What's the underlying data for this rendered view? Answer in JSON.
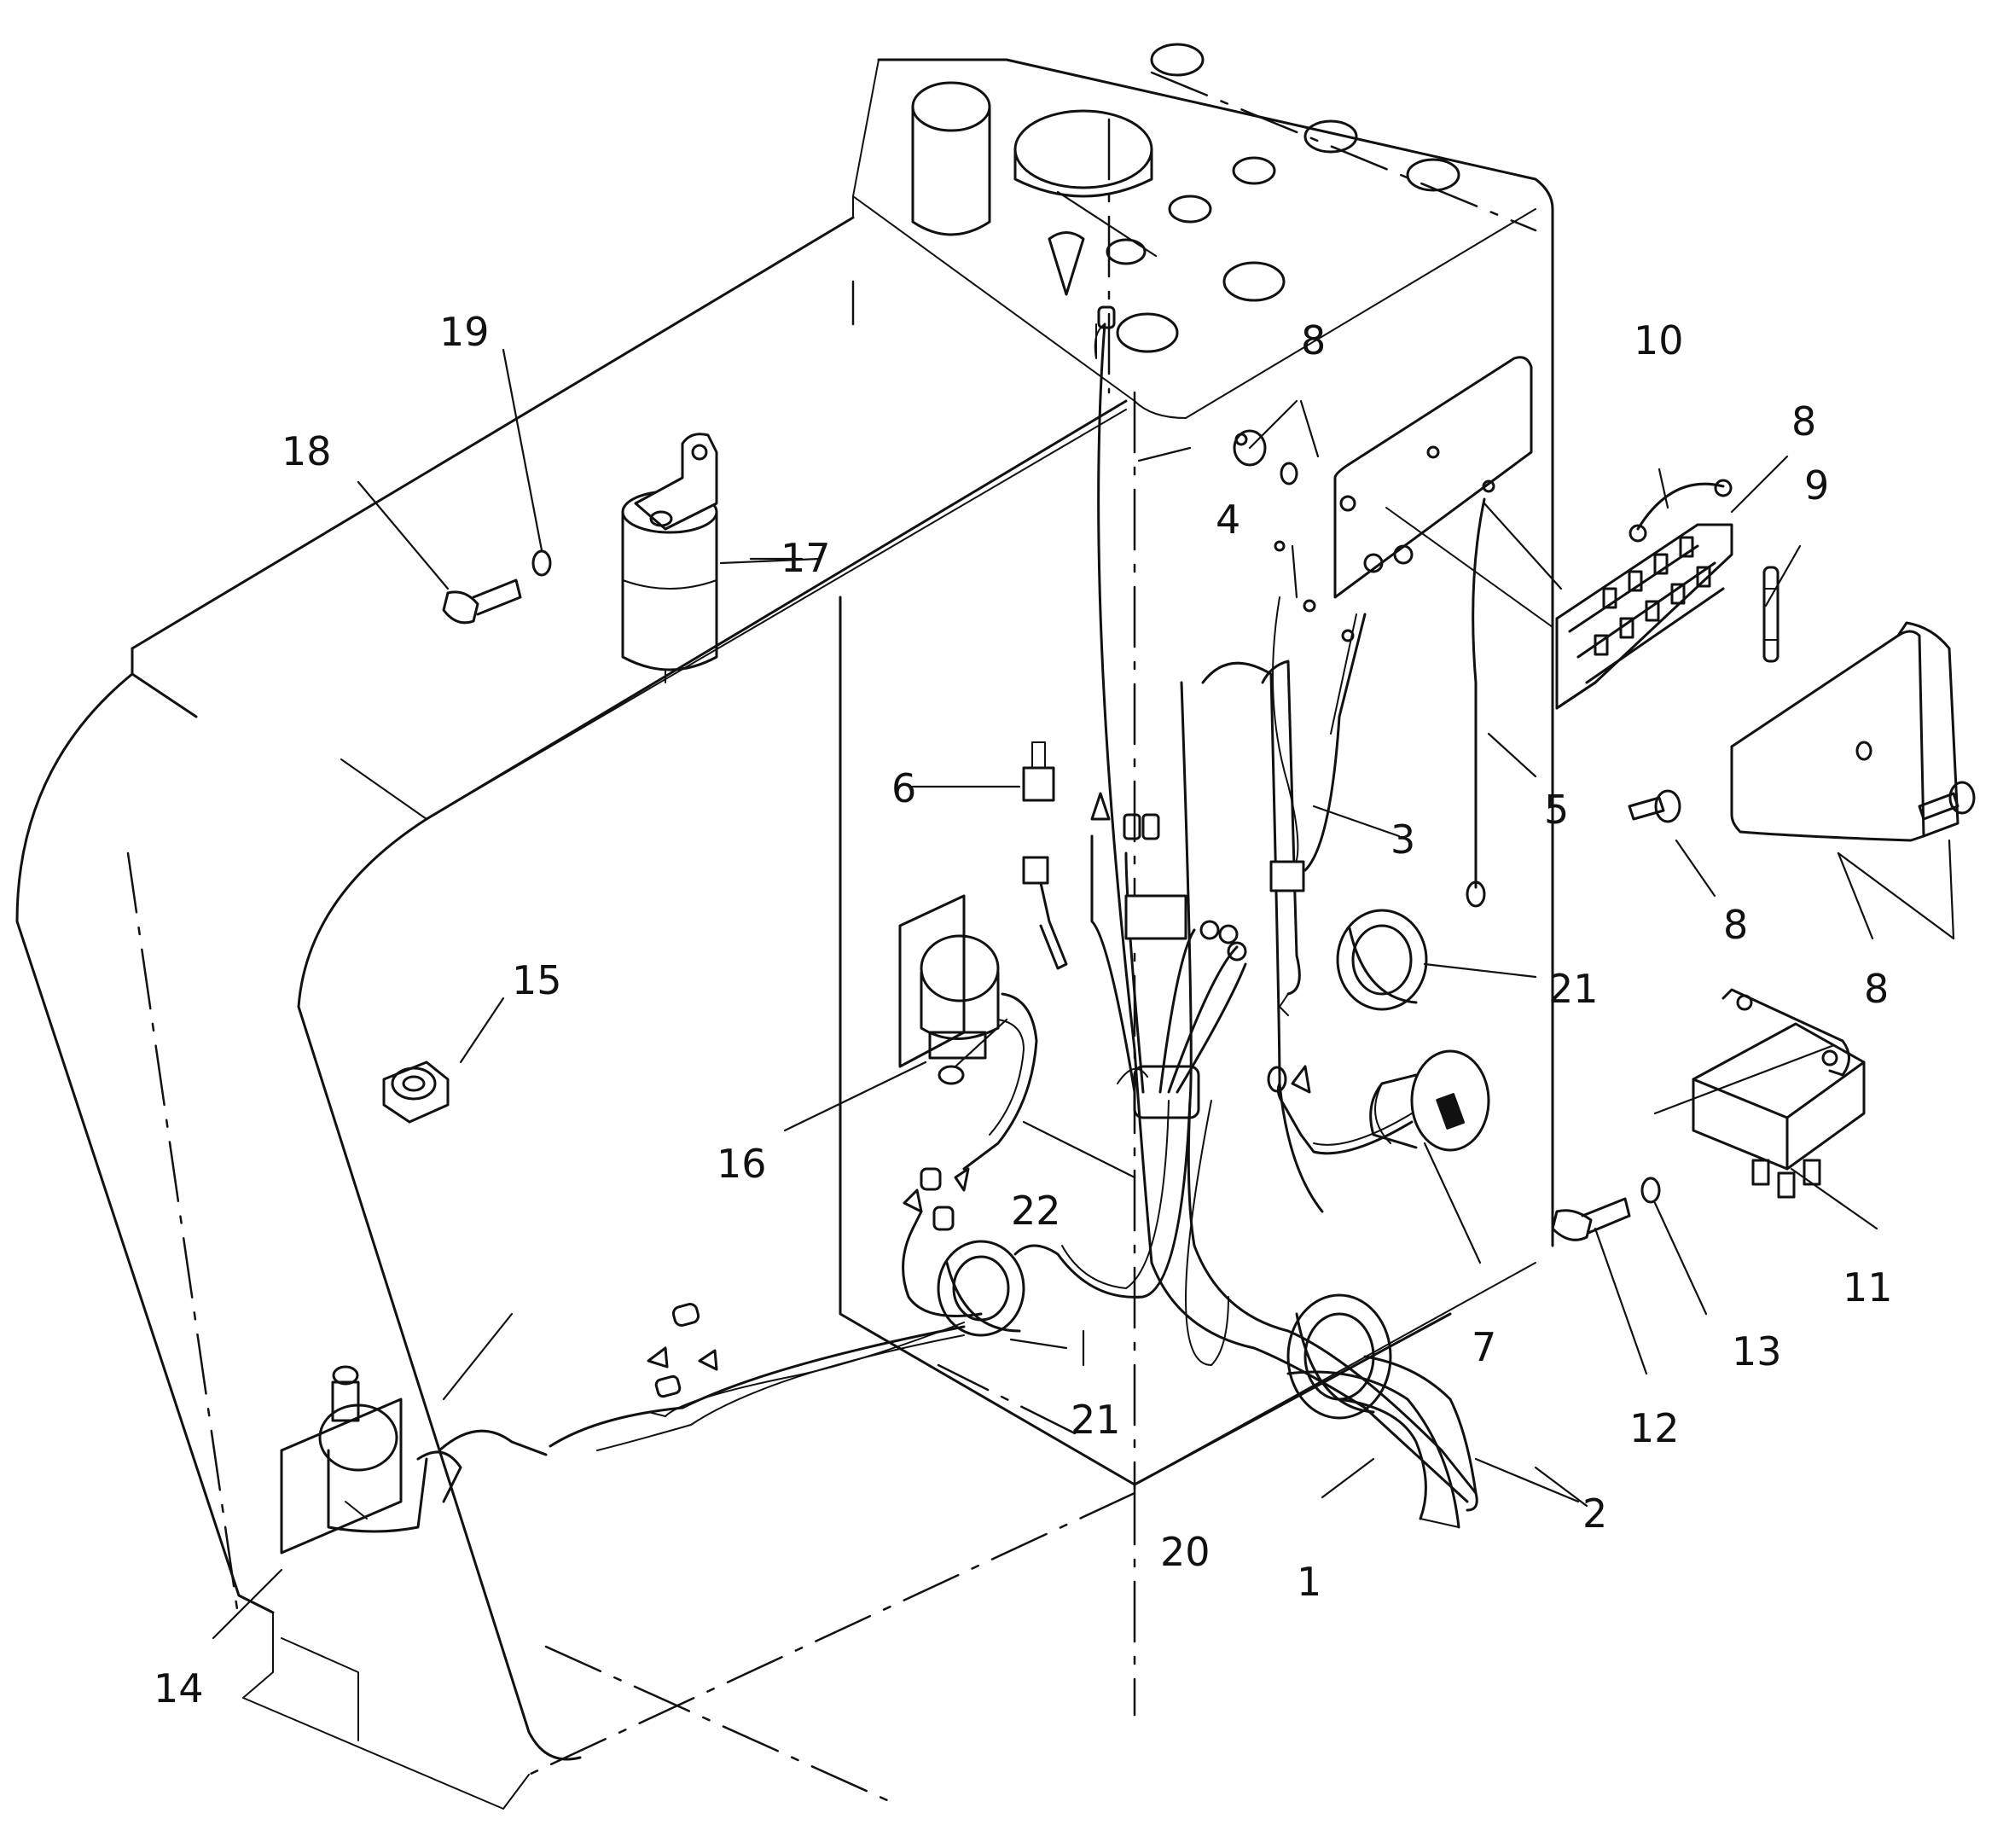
{
  "callouts": [
    {
      "id": "c1",
      "text": "1"
    },
    {
      "id": "c2",
      "text": "2"
    },
    {
      "id": "c3",
      "text": "3"
    },
    {
      "id": "c4",
      "text": "4"
    },
    {
      "id": "c5",
      "text": "5"
    },
    {
      "id": "c6",
      "text": "6"
    },
    {
      "id": "c7",
      "text": "7"
    },
    {
      "id": "c8a",
      "text": "8"
    },
    {
      "id": "c8b",
      "text": "8"
    },
    {
      "id": "c8c",
      "text": "8"
    },
    {
      "id": "c8d",
      "text": "8"
    },
    {
      "id": "c9",
      "text": "9"
    },
    {
      "id": "c10",
      "text": "10"
    },
    {
      "id": "c11",
      "text": "11"
    },
    {
      "id": "c12",
      "text": "12"
    },
    {
      "id": "c13",
      "text": "13"
    },
    {
      "id": "c14",
      "text": "14"
    },
    {
      "id": "c15",
      "text": "15"
    },
    {
      "id": "c16",
      "text": "16"
    },
    {
      "id": "c17",
      "text": "17"
    },
    {
      "id": "c18",
      "text": "18"
    },
    {
      "id": "c19",
      "text": "19"
    },
    {
      "id": "c20",
      "text": "20"
    },
    {
      "id": "c21a",
      "text": "21"
    },
    {
      "id": "c21b",
      "text": "21"
    },
    {
      "id": "c22",
      "text": "22"
    }
  ]
}
